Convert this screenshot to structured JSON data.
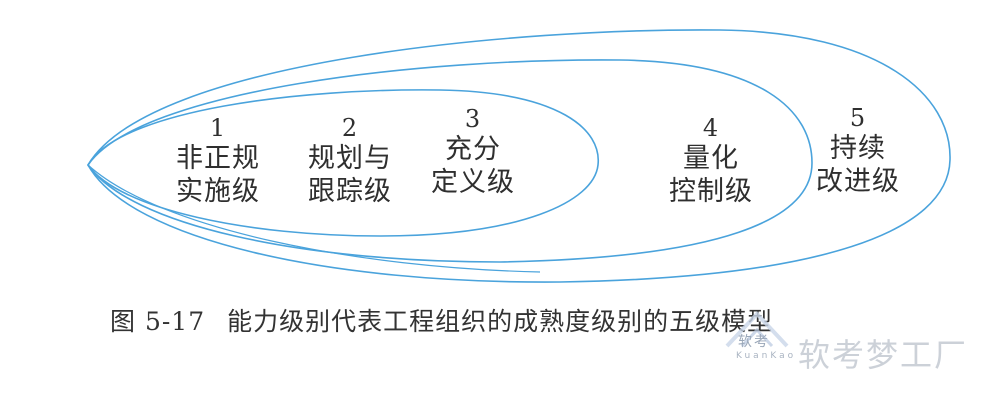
{
  "levels": [
    {
      "number": "1",
      "line1": "非正规",
      "line2": "实施级"
    },
    {
      "number": "2",
      "line1": "规划与",
      "line2": "跟踪级"
    },
    {
      "number": "3",
      "line1": "充分",
      "line2": "定义级"
    },
    {
      "number": "4",
      "line1": "量化",
      "line2": "控制级"
    },
    {
      "number": "5",
      "line1": "持续",
      "line2": "改进级"
    }
  ],
  "caption": {
    "figure": "图 5-17",
    "title": "能力级别代表工程组织的成熟度级别的五级模型"
  },
  "watermark": {
    "cn": "软考",
    "en": "KuanKao",
    "brand": "软考梦工厂"
  },
  "colors": {
    "ellipse_stroke": "#4aa3dc",
    "text": "#2f2f2f",
    "watermark": "#c4c9d2"
  }
}
